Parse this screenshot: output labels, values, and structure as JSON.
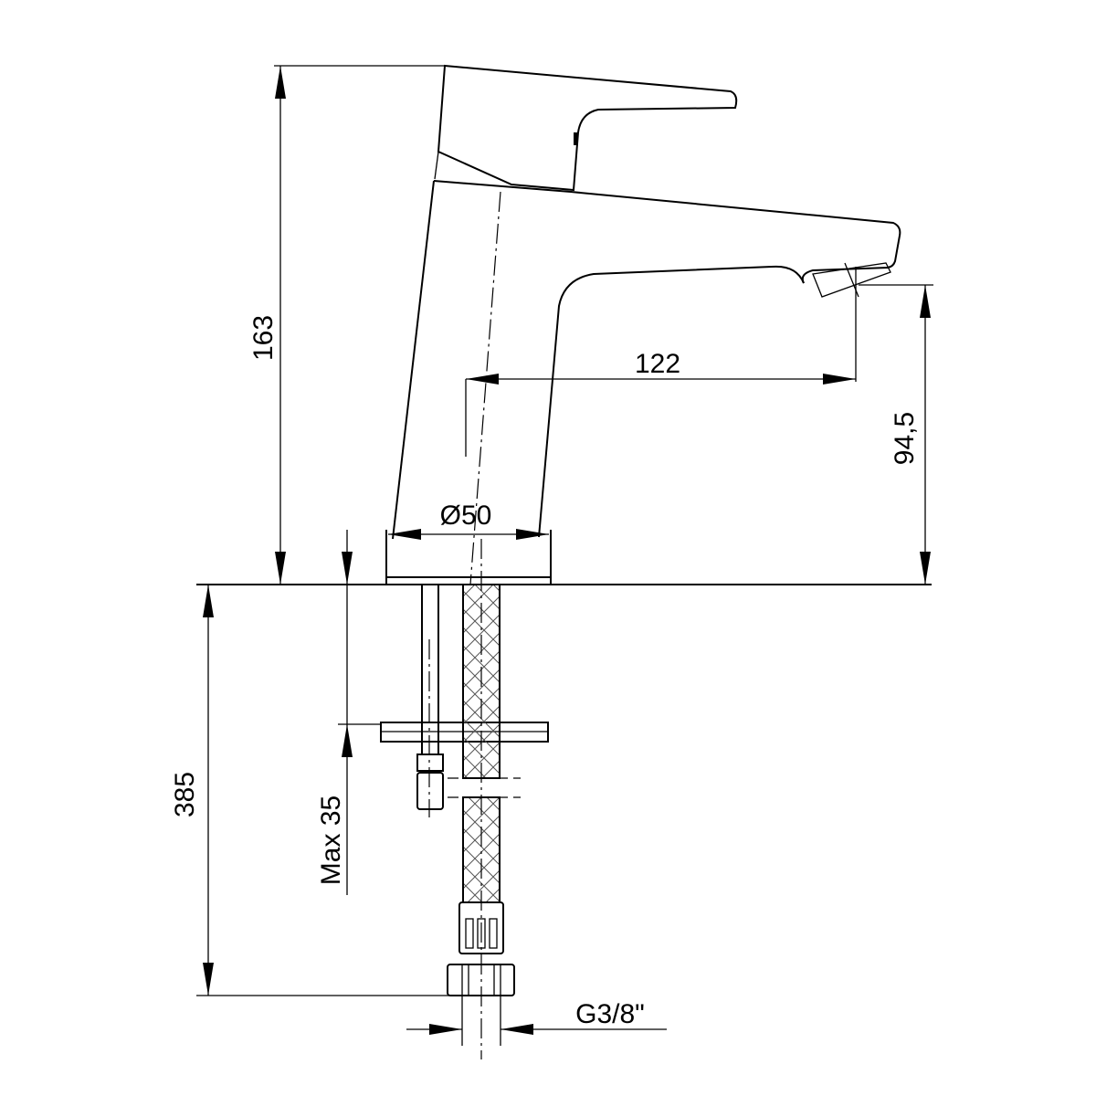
{
  "drawing": {
    "dimensions": {
      "total_height": "163",
      "spout_reach": "122",
      "spout_height": "94,5",
      "base_diameter": "Ø50",
      "hose_length": "385",
      "max_deck_thickness": "Max 35",
      "connection_thread": "G3/8\""
    }
  }
}
